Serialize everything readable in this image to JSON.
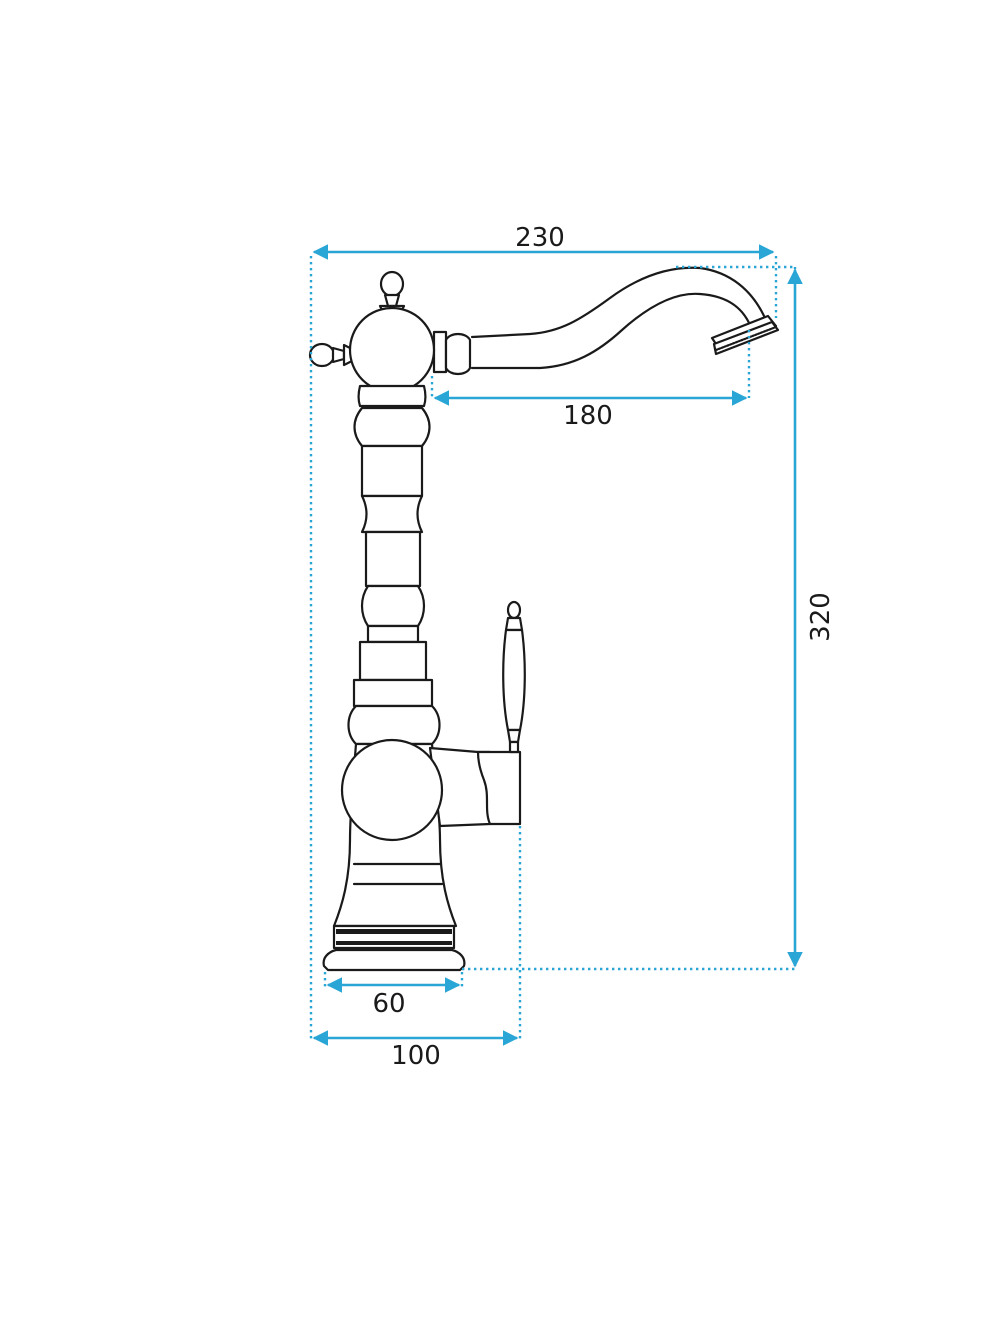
{
  "colors": {
    "dimension": "#2aa6d6",
    "outline": "#1a1a1a",
    "background": "#ffffff"
  },
  "dimensions": {
    "overall_width": "230",
    "spout_reach": "180",
    "overall_height": "320",
    "base_diameter": "60",
    "body_width": "100"
  }
}
